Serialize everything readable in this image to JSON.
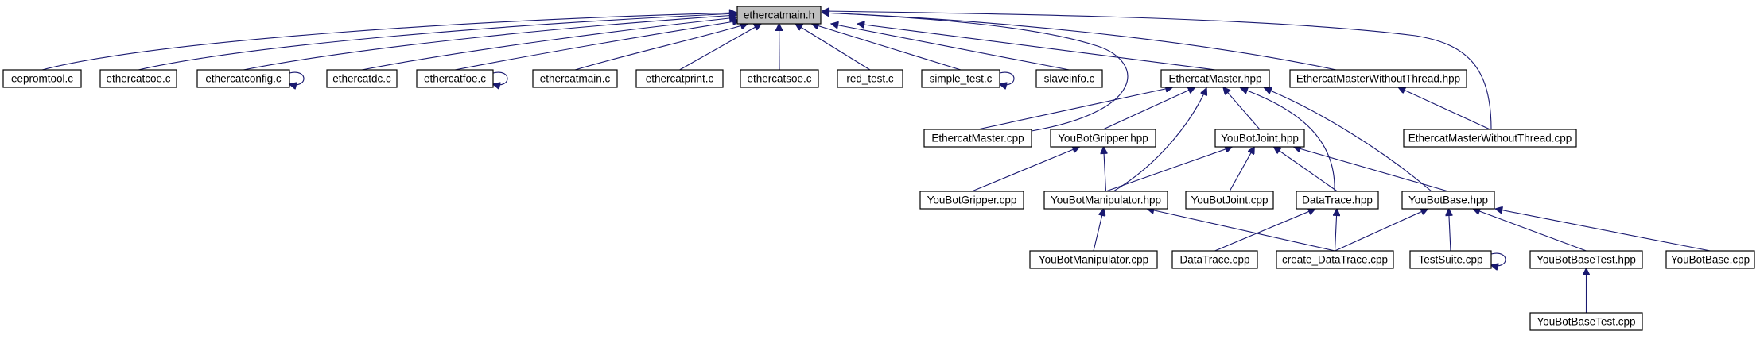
{
  "colors": {
    "edge": "#191970",
    "node_border": "#000000",
    "node_fill": "#ffffff",
    "root_fill": "#bfbfbf"
  },
  "nodes": [
    {
      "id": "ethercatmain_h",
      "label": "ethercatmain.h",
      "root": true
    },
    {
      "id": "eepromtool_c",
      "label": "eepromtool.c"
    },
    {
      "id": "ethercatcoe_c",
      "label": "ethercatcoe.c"
    },
    {
      "id": "ethercatconfig_c",
      "label": "ethercatconfig.c"
    },
    {
      "id": "ethercatdc_c",
      "label": "ethercatdc.c"
    },
    {
      "id": "ethercatfoe_c",
      "label": "ethercatfoe.c"
    },
    {
      "id": "ethercatmain_c",
      "label": "ethercatmain.c"
    },
    {
      "id": "ethercatprint_c",
      "label": "ethercatprint.c"
    },
    {
      "id": "ethercatsoe_c",
      "label": "ethercatsoe.c"
    },
    {
      "id": "red_test_c",
      "label": "red_test.c"
    },
    {
      "id": "simple_test_c",
      "label": "simple_test.c"
    },
    {
      "id": "slaveinfo_c",
      "label": "slaveinfo.c"
    },
    {
      "id": "EthercatMaster_hpp",
      "label": "EthercatMaster.hpp"
    },
    {
      "id": "EthercatMasterWithoutThread_hpp",
      "label": "EthercatMasterWithoutThread.hpp"
    },
    {
      "id": "EthercatMaster_cpp",
      "label": "EthercatMaster.cpp"
    },
    {
      "id": "YouBotGripper_hpp",
      "label": "YouBotGripper.hpp"
    },
    {
      "id": "YouBotJoint_hpp",
      "label": "YouBotJoint.hpp"
    },
    {
      "id": "EthercatMasterWithoutThread_cpp",
      "label": "EthercatMasterWithoutThread.cpp"
    },
    {
      "id": "YouBotGripper_cpp",
      "label": "YouBotGripper.cpp"
    },
    {
      "id": "YouBotManipulator_hpp",
      "label": "YouBotManipulator.hpp"
    },
    {
      "id": "YouBotJoint_cpp",
      "label": "YouBotJoint.cpp"
    },
    {
      "id": "DataTrace_hpp",
      "label": "DataTrace.hpp"
    },
    {
      "id": "YouBotBase_hpp",
      "label": "YouBotBase.hpp"
    },
    {
      "id": "YouBotManipulator_cpp",
      "label": "YouBotManipulator.cpp"
    },
    {
      "id": "DataTrace_cpp",
      "label": "DataTrace.cpp"
    },
    {
      "id": "create_DataTrace_cpp",
      "label": "create_DataTrace.cpp"
    },
    {
      "id": "TestSuite_cpp",
      "label": "TestSuite.cpp"
    },
    {
      "id": "YouBotBaseTest_hpp",
      "label": "YouBotBaseTest.hpp"
    },
    {
      "id": "YouBotBase_cpp",
      "label": "YouBotBase.cpp"
    },
    {
      "id": "YouBotBaseTest_cpp",
      "label": "YouBotBaseTest.cpp"
    }
  ],
  "edges": [
    {
      "from": "eepromtool_c",
      "to": "ethercatmain_h"
    },
    {
      "from": "ethercatcoe_c",
      "to": "ethercatmain_h"
    },
    {
      "from": "ethercatconfig_c",
      "to": "ethercatmain_h"
    },
    {
      "from": "ethercatdc_c",
      "to": "ethercatmain_h"
    },
    {
      "from": "ethercatfoe_c",
      "to": "ethercatmain_h"
    },
    {
      "from": "ethercatmain_c",
      "to": "ethercatmain_h"
    },
    {
      "from": "ethercatprint_c",
      "to": "ethercatmain_h"
    },
    {
      "from": "ethercatsoe_c",
      "to": "ethercatmain_h"
    },
    {
      "from": "red_test_c",
      "to": "ethercatmain_h"
    },
    {
      "from": "simple_test_c",
      "to": "ethercatmain_h"
    },
    {
      "from": "slaveinfo_c",
      "to": "ethercatmain_h"
    },
    {
      "from": "EthercatMaster_hpp",
      "to": "ethercatmain_h"
    },
    {
      "from": "EthercatMasterWithoutThread_hpp",
      "to": "ethercatmain_h"
    },
    {
      "from": "EthercatMaster_cpp",
      "to": "ethercatmain_h"
    },
    {
      "from": "EthercatMasterWithoutThread_cpp",
      "to": "ethercatmain_h"
    },
    {
      "from": "ethercatconfig_c",
      "to": "ethercatconfig_c",
      "self": true
    },
    {
      "from": "ethercatfoe_c",
      "to": "ethercatfoe_c",
      "self": true
    },
    {
      "from": "simple_test_c",
      "to": "simple_test_c",
      "self": true
    },
    {
      "from": "EthercatMaster_cpp",
      "to": "EthercatMaster_hpp"
    },
    {
      "from": "YouBotGripper_hpp",
      "to": "EthercatMaster_hpp"
    },
    {
      "from": "YouBotJoint_hpp",
      "to": "EthercatMaster_hpp"
    },
    {
      "from": "YouBotManipulator_hpp",
      "to": "EthercatMaster_hpp"
    },
    {
      "from": "DataTrace_hpp",
      "to": "EthercatMaster_hpp"
    },
    {
      "from": "YouBotBase_hpp",
      "to": "EthercatMaster_hpp"
    },
    {
      "from": "EthercatMasterWithoutThread_cpp",
      "to": "EthercatMasterWithoutThread_hpp"
    },
    {
      "from": "YouBotGripper_cpp",
      "to": "YouBotGripper_hpp"
    },
    {
      "from": "YouBotManipulator_hpp",
      "to": "YouBotGripper_hpp"
    },
    {
      "from": "YouBotManipulator_hpp",
      "to": "YouBotJoint_hpp"
    },
    {
      "from": "YouBotJoint_cpp",
      "to": "YouBotJoint_hpp"
    },
    {
      "from": "DataTrace_hpp",
      "to": "YouBotJoint_hpp"
    },
    {
      "from": "YouBotBase_hpp",
      "to": "YouBotJoint_hpp"
    },
    {
      "from": "YouBotManipulator_cpp",
      "to": "YouBotManipulator_hpp"
    },
    {
      "from": "create_DataTrace_cpp",
      "to": "YouBotManipulator_hpp"
    },
    {
      "from": "DataTrace_cpp",
      "to": "DataTrace_hpp"
    },
    {
      "from": "create_DataTrace_cpp",
      "to": "DataTrace_hpp"
    },
    {
      "from": "create_DataTrace_cpp",
      "to": "YouBotBase_hpp"
    },
    {
      "from": "TestSuite_cpp",
      "to": "YouBotBase_hpp"
    },
    {
      "from": "YouBotBaseTest_hpp",
      "to": "YouBotBase_hpp"
    },
    {
      "from": "YouBotBase_cpp",
      "to": "YouBotBase_hpp"
    },
    {
      "from": "TestSuite_cpp",
      "to": "TestSuite_cpp",
      "self": true
    },
    {
      "from": "YouBotBaseTest_cpp",
      "to": "YouBotBaseTest_hpp"
    }
  ]
}
